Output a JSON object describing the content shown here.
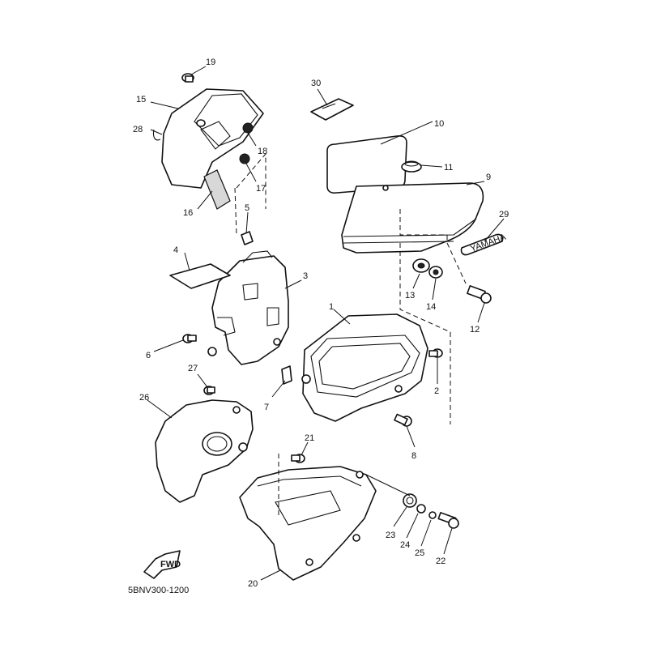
{
  "diagram": {
    "code": "5BNV300-1200",
    "fwd_label": "FWD",
    "emblem_text": "YAMAHA",
    "callouts": [
      "1",
      "2",
      "3",
      "4",
      "5",
      "6",
      "7",
      "8",
      "9",
      "10",
      "11",
      "12",
      "13",
      "14",
      "15",
      "16",
      "17",
      "18",
      "19",
      "20",
      "21",
      "22",
      "23",
      "24",
      "25",
      "26",
      "27",
      "28",
      "29",
      "30"
    ]
  }
}
